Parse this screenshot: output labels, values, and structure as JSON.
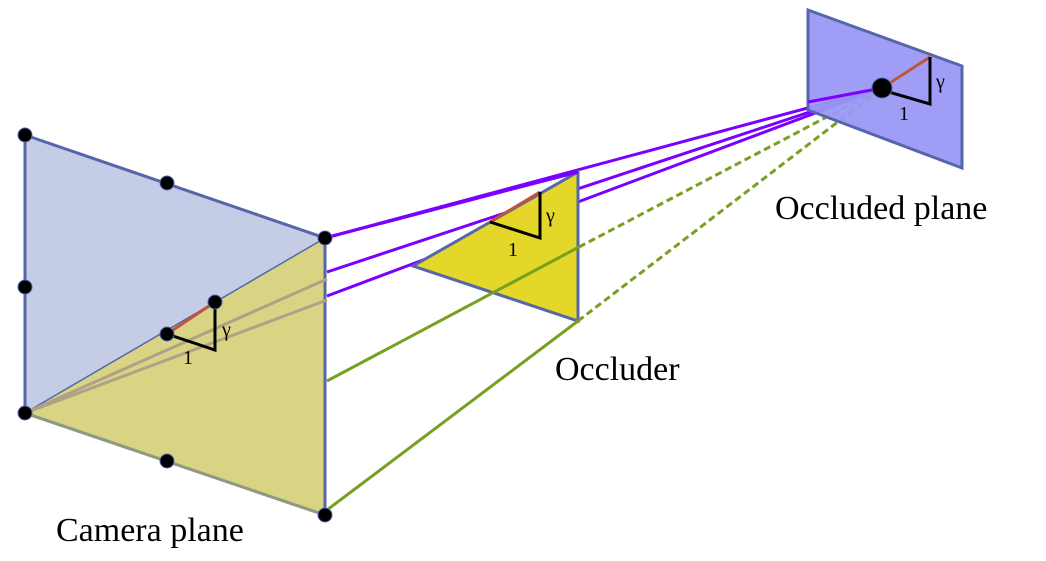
{
  "labels": {
    "camera_plane": "Camera plane",
    "occluder": "Occluder",
    "occluded_plane": "Occluded plane"
  },
  "slope_marker": {
    "run": "1",
    "rise": "γ"
  },
  "colors": {
    "camera_plane_fill": "#c5cde6",
    "camera_triangle_fill": "#d8d484",
    "occluder_fill": "#e5d62a",
    "occluded_plane_fill": "#9a98f5",
    "edge": "#5566aa",
    "visible_ray": "#7a00ff",
    "occluded_ray": "#77a020",
    "slope_line": "#c0553a"
  }
}
